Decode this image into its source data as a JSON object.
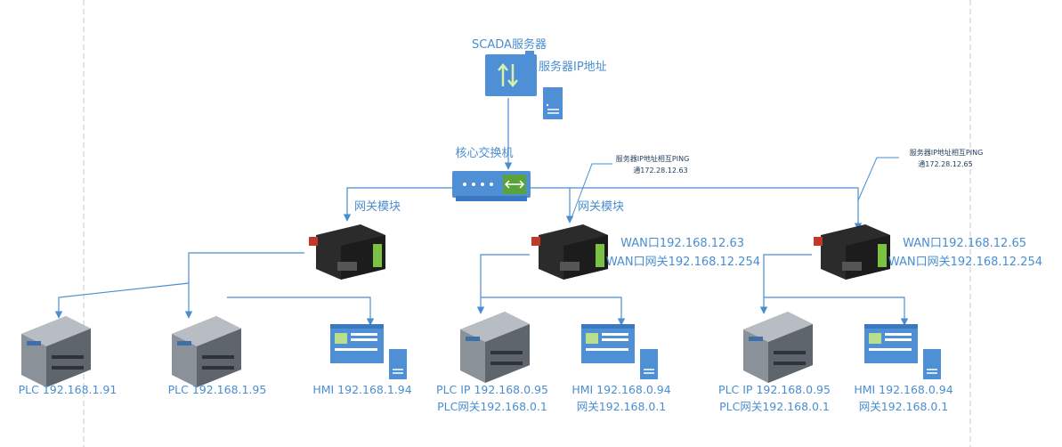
{
  "scada": {
    "title": "SCADA服务器",
    "ip_label": "服务器IP地址"
  },
  "switch": {
    "label": "核心交换机"
  },
  "gateways": [
    {
      "label": "网关模块",
      "wan_ip": "",
      "wan_gw": "",
      "note_line1": "",
      "note_line2": ""
    },
    {
      "label": "网关模块",
      "wan_ip": "WAN口192.168.12.63",
      "wan_gw": "WAN口网关192.168.12.254",
      "note_line1": "服务器IP地址相互PING",
      "note_line2": "通172.28.12.63"
    },
    {
      "label": "",
      "wan_ip": "WAN口192.168.12.65",
      "wan_gw": "WAN口网关192.168.12.254",
      "note_line1": "服务器IP地址相互PING",
      "note_line2": "通172.28.12.65"
    }
  ],
  "devices": [
    {
      "type": "plc",
      "line1": "PLC 192.168.1.91",
      "line2": ""
    },
    {
      "type": "plc",
      "line1": "PLC 192.168.1.95",
      "line2": ""
    },
    {
      "type": "hmi",
      "line1": "HMI 192.168.1.94",
      "line2": ""
    },
    {
      "type": "plc",
      "line1": "PLC IP 192.168.0.95",
      "line2": "PLC网关192.168.0.1"
    },
    {
      "type": "hmi",
      "line1": "HMI 192.168.0.94",
      "line2": "网关192.168.0.1"
    },
    {
      "type": "plc",
      "line1": "PLC IP 192.168.0.95",
      "line2": "PLC网关192.168.0.1"
    },
    {
      "type": "hmi",
      "line1": "HMI 192.168.0.94",
      "line2": "网关192.168.0.1"
    }
  ],
  "colors": {
    "accent": "#4a8ed0",
    "icon_blue": "#4f8fd6",
    "gateway_body": "#2b2b2b",
    "gateway_green": "#7cc242"
  }
}
